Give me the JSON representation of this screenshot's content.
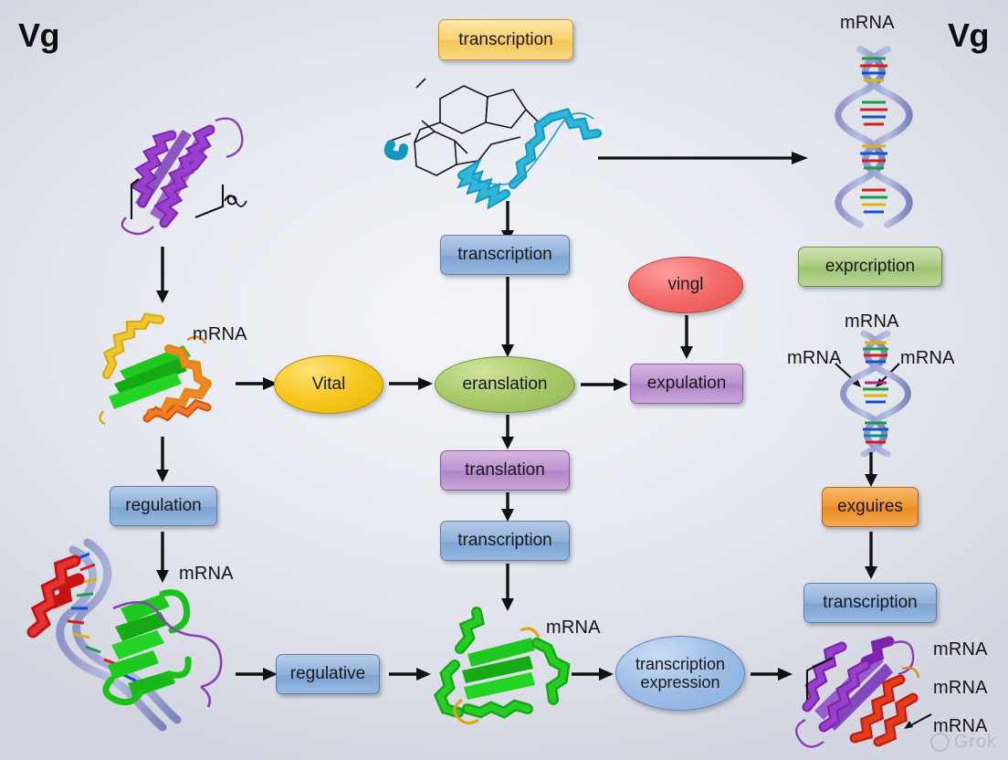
{
  "diagram": {
    "corner_labels": [
      {
        "text": "Vg",
        "position": "top-left"
      },
      {
        "text": "Vg",
        "position": "top-right"
      }
    ],
    "nodes": [
      {
        "id": "n1",
        "label": "transcription",
        "shape": "box",
        "color": "#f6c453"
      },
      {
        "id": "n2",
        "label": "transcription",
        "shape": "box",
        "color": "#8fb0da"
      },
      {
        "id": "n3",
        "label": "vingl",
        "shape": "ellipse",
        "color": "#f26a6a"
      },
      {
        "id": "n4",
        "label": "exprcription",
        "shape": "box",
        "color": "#9dc26f"
      },
      {
        "id": "n5",
        "label": "Vital",
        "shape": "ellipse",
        "color": "#f7c722"
      },
      {
        "id": "n6",
        "label": "eranslation",
        "shape": "ellipse",
        "color": "#a8c96a"
      },
      {
        "id": "n7",
        "label": "expulation",
        "shape": "box",
        "color": "#b083c8"
      },
      {
        "id": "n8",
        "label": "regulation",
        "shape": "box",
        "color": "#8fb0da"
      },
      {
        "id": "n9",
        "label": "translation",
        "shape": "box",
        "color": "#b083c8"
      },
      {
        "id": "n10",
        "label": "exguires",
        "shape": "box",
        "color": "#ea8a24"
      },
      {
        "id": "n11",
        "label": "transcription",
        "shape": "box",
        "color": "#8fb0da"
      },
      {
        "id": "n12",
        "label": "transcription",
        "shape": "box",
        "color": "#8fb0da"
      },
      {
        "id": "n13",
        "label": "regulative",
        "shape": "box",
        "color": "#8fb0da"
      },
      {
        "id": "n14",
        "label": "transcription\nexpression",
        "shape": "ellipse",
        "color": "#9dbde6"
      },
      {
        "id": "n15",
        "label": "transcription",
        "shape": "box",
        "color": "#8fb0da"
      }
    ],
    "mrna_labels": [
      {
        "id": "m1",
        "text": "mRNA"
      },
      {
        "id": "m2",
        "text": "mRNA"
      },
      {
        "id": "m3",
        "text": "mRNA"
      },
      {
        "id": "m4",
        "text": "mRNA"
      },
      {
        "id": "m5",
        "text": "mRNA"
      },
      {
        "id": "m6",
        "text": "mRNA"
      },
      {
        "id": "m7",
        "text": "mRNA"
      },
      {
        "id": "m8",
        "text": "mRNA"
      },
      {
        "id": "m9",
        "text": "mRNA"
      },
      {
        "id": "m10",
        "text": "mRNA"
      }
    ],
    "structures": [
      {
        "id": "s1",
        "name": "purple-helix-protein-structure"
      },
      {
        "id": "s2",
        "name": "cyan-peptide-chemical-structure"
      },
      {
        "id": "s3",
        "name": "dna-double-helix-top-right"
      },
      {
        "id": "s4",
        "name": "green-yellow-orange-protein-structure"
      },
      {
        "id": "s5",
        "name": "dna-double-helix-middle-right"
      },
      {
        "id": "s6",
        "name": "red-helix-dna-green-protein-complex"
      },
      {
        "id": "s7",
        "name": "green-barrel-protein-structure"
      },
      {
        "id": "s8",
        "name": "purple-red-protein-complex"
      }
    ],
    "watermark": {
      "text": "Grok"
    },
    "background": {
      "base": "#e8ebf1",
      "accent": "#d3d6e0"
    }
  }
}
